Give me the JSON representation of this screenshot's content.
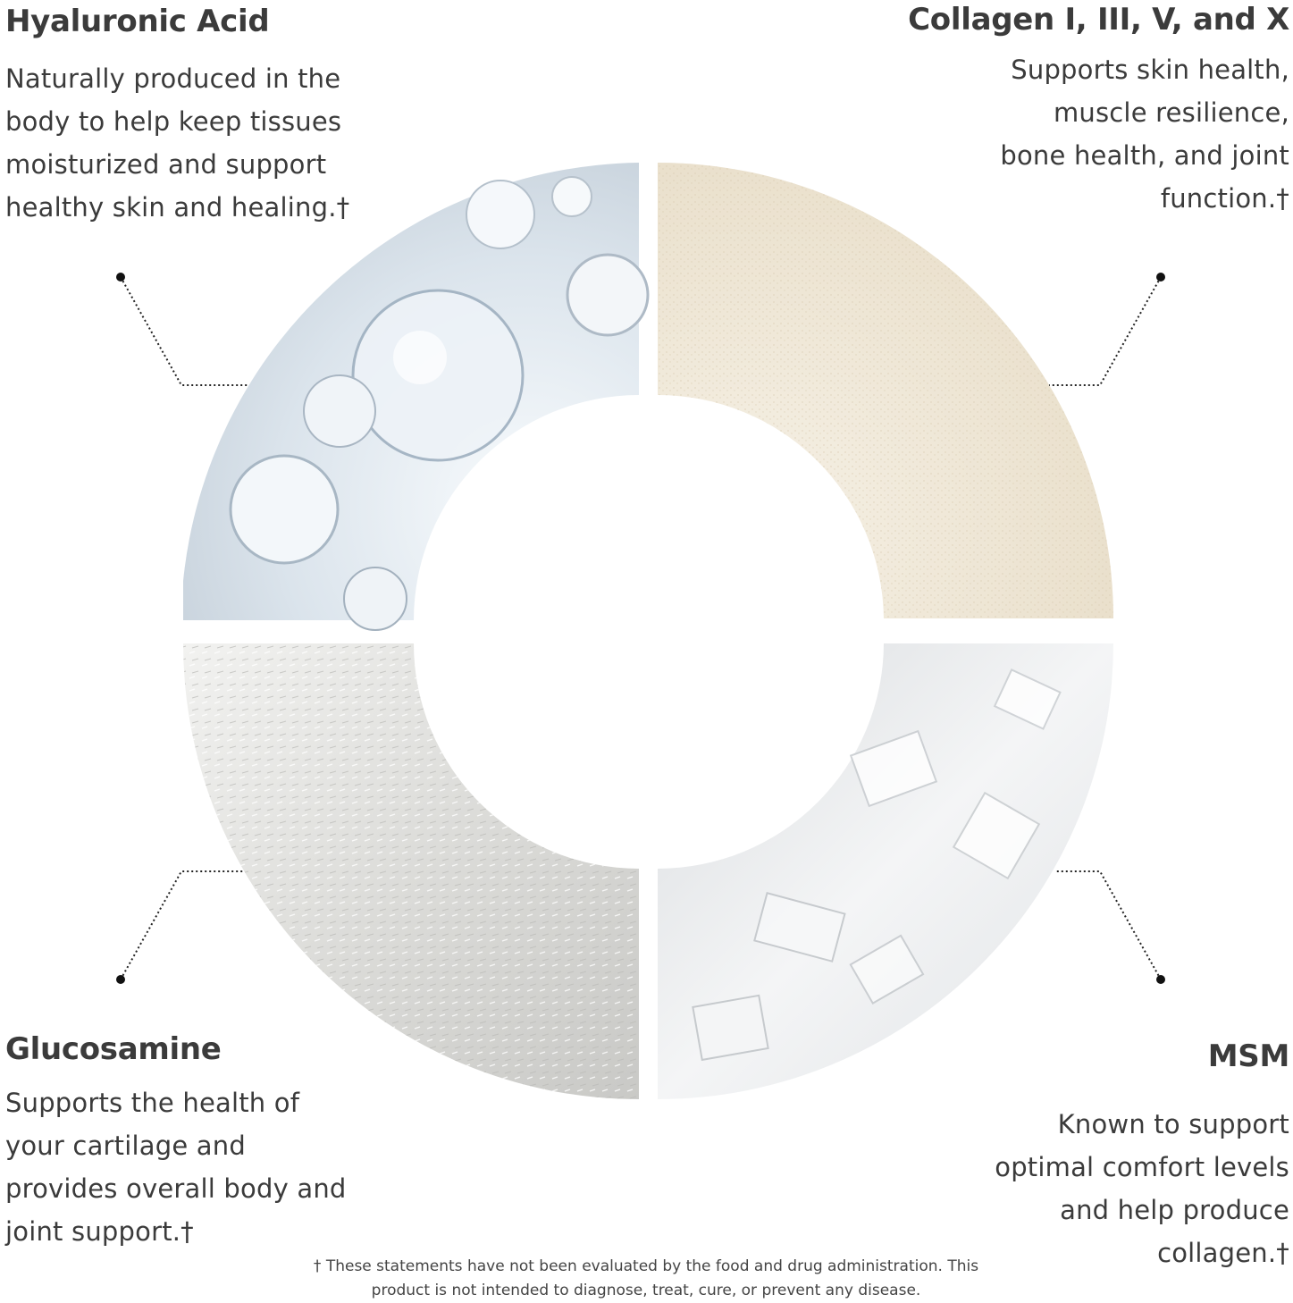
{
  "ingredients": {
    "hyaluronic": {
      "title": "Hyaluronic Acid",
      "lines": [
        "Naturally produced in the",
        "body to help keep tissues",
        "moisturized and support",
        "healthy skin and healing.†"
      ]
    },
    "collagen": {
      "title": "Collagen I, III, V, and X",
      "lines": [
        "Supports skin health,",
        "muscle resilience,",
        "bone health, and joint",
        "function.†"
      ]
    },
    "glucosamine": {
      "title": "Glucosamine",
      "lines": [
        "Supports the health of",
        "your cartilage and",
        "provides overall body and",
        "joint support.†"
      ]
    },
    "msm": {
      "title": "MSM",
      "lines": [
        "Known to support",
        "optimal comfort levels",
        "and help produce",
        "collagen.†"
      ]
    }
  },
  "disclaimer": {
    "line1": "† These statements have not been evaluated by the food and drug administration. This",
    "line2": "product is not intended to diagnose, treat, cure, or prevent any disease."
  },
  "colors": {
    "text": "#3b3b3b",
    "leader": "#222222",
    "hyaluronic_tint": "#e6edf4",
    "collagen_tint": "#eee7d8",
    "glucosamine_tint": "#e2e2e0",
    "msm_tint": "#e9ebed"
  }
}
